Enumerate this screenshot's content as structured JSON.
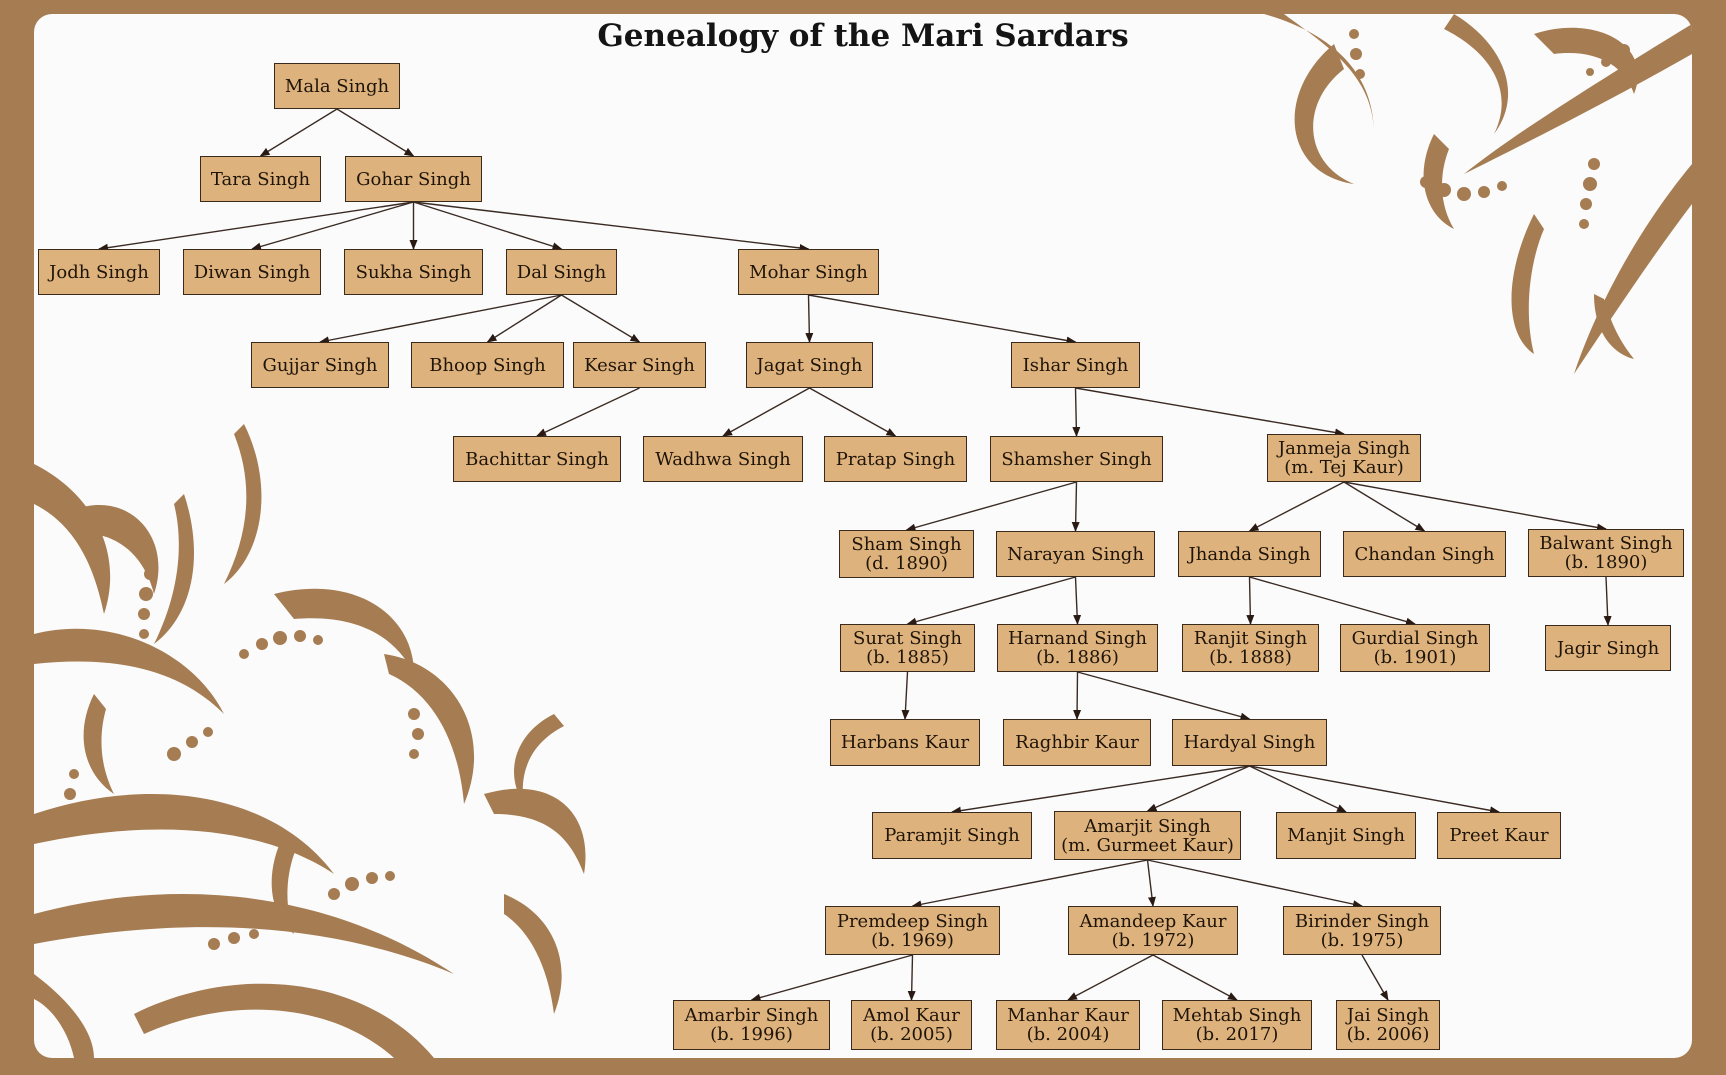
{
  "title": "Genealogy of the Mari Sardars",
  "colors": {
    "frame": "#a67c52",
    "node_fill": "#deb27d",
    "node_border": "#3a2a1c",
    "edge": "#3a2a24",
    "background": "#fbfbfb"
  },
  "people": [
    {
      "id": "mala",
      "line1": "Mala Singh"
    },
    {
      "id": "tara",
      "line1": "Tara Singh"
    },
    {
      "id": "gohar",
      "line1": "Gohar Singh"
    },
    {
      "id": "jodh",
      "line1": "Jodh Singh"
    },
    {
      "id": "diwan",
      "line1": "Diwan Singh"
    },
    {
      "id": "sukha",
      "line1": "Sukha Singh"
    },
    {
      "id": "dal",
      "line1": "Dal Singh"
    },
    {
      "id": "mohar",
      "line1": "Mohar Singh"
    },
    {
      "id": "gujjar",
      "line1": "Gujjar Singh"
    },
    {
      "id": "bhoop",
      "line1": "Bhoop Singh"
    },
    {
      "id": "kesar",
      "line1": "Kesar Singh"
    },
    {
      "id": "jagat",
      "line1": "Jagat Singh"
    },
    {
      "id": "ishar",
      "line1": "Ishar Singh"
    },
    {
      "id": "bachittar",
      "line1": "Bachittar Singh"
    },
    {
      "id": "wadhwa",
      "line1": "Wadhwa Singh"
    },
    {
      "id": "pratap",
      "line1": "Pratap Singh"
    },
    {
      "id": "shamsher",
      "line1": "Shamsher Singh"
    },
    {
      "id": "janmeja",
      "line1": "Janmeja Singh",
      "line2": "(m. Tej Kaur)"
    },
    {
      "id": "sham",
      "line1": "Sham Singh",
      "line2": "(d. 1890)"
    },
    {
      "id": "narayan",
      "line1": "Narayan Singh"
    },
    {
      "id": "jhanda",
      "line1": "Jhanda Singh"
    },
    {
      "id": "chandan",
      "line1": "Chandan Singh"
    },
    {
      "id": "balwant",
      "line1": "Balwant Singh",
      "line2": "(b. 1890)"
    },
    {
      "id": "surat",
      "line1": "Surat Singh",
      "line2": "(b. 1885)"
    },
    {
      "id": "harnand",
      "line1": "Harnand Singh",
      "line2": "(b. 1886)"
    },
    {
      "id": "ranjit",
      "line1": "Ranjit Singh",
      "line2": "(b. 1888)"
    },
    {
      "id": "gurdial",
      "line1": "Gurdial Singh",
      "line2": "(b. 1901)"
    },
    {
      "id": "jagir",
      "line1": "Jagir Singh"
    },
    {
      "id": "harbans",
      "line1": "Harbans Kaur"
    },
    {
      "id": "raghbir",
      "line1": "Raghbir Kaur"
    },
    {
      "id": "hardyal",
      "line1": "Hardyal Singh"
    },
    {
      "id": "paramjit",
      "line1": "Paramjit Singh"
    },
    {
      "id": "amarjit",
      "line1": "Amarjit Singh",
      "line2": "(m. Gurmeet Kaur)"
    },
    {
      "id": "manjit",
      "line1": "Manjit Singh"
    },
    {
      "id": "preet",
      "line1": "Preet Kaur"
    },
    {
      "id": "premdeep",
      "line1": "Premdeep Singh",
      "line2": "(b. 1969)"
    },
    {
      "id": "amandeep",
      "line1": "Amandeep Kaur",
      "line2": "(b. 1972)"
    },
    {
      "id": "birinder",
      "line1": "Birinder Singh",
      "line2": "(b. 1975)"
    },
    {
      "id": "amarbir",
      "line1": "Amarbir Singh",
      "line2": "(b. 1996)"
    },
    {
      "id": "amol",
      "line1": "Amol Kaur",
      "line2": "(b. 2005)"
    },
    {
      "id": "manhar",
      "line1": "Manhar Kaur",
      "line2": "(b. 2004)"
    },
    {
      "id": "mehtab",
      "line1": "Mehtab Singh",
      "line2": "(b. 2017)"
    },
    {
      "id": "jai",
      "line1": "Jai Singh",
      "line2": "(b. 2006)"
    }
  ],
  "edges": [
    [
      "mala",
      "tara"
    ],
    [
      "mala",
      "gohar"
    ],
    [
      "gohar",
      "jodh"
    ],
    [
      "gohar",
      "diwan"
    ],
    [
      "gohar",
      "sukha"
    ],
    [
      "gohar",
      "dal"
    ],
    [
      "gohar",
      "mohar"
    ],
    [
      "dal",
      "gujjar"
    ],
    [
      "dal",
      "bhoop"
    ],
    [
      "dal",
      "kesar"
    ],
    [
      "mohar",
      "jagat"
    ],
    [
      "mohar",
      "ishar"
    ],
    [
      "kesar",
      "bachittar"
    ],
    [
      "jagat",
      "wadhwa"
    ],
    [
      "jagat",
      "pratap"
    ],
    [
      "ishar",
      "shamsher"
    ],
    [
      "ishar",
      "janmeja"
    ],
    [
      "shamsher",
      "sham"
    ],
    [
      "shamsher",
      "narayan"
    ],
    [
      "janmeja",
      "jhanda"
    ],
    [
      "janmeja",
      "chandan"
    ],
    [
      "janmeja",
      "balwant"
    ],
    [
      "narayan",
      "surat"
    ],
    [
      "narayan",
      "harnand"
    ],
    [
      "jhanda",
      "ranjit"
    ],
    [
      "jhanda",
      "gurdial"
    ],
    [
      "balwant",
      "jagir"
    ],
    [
      "surat",
      "harbans"
    ],
    [
      "harnand",
      "raghbir"
    ],
    [
      "harnand",
      "hardyal"
    ],
    [
      "hardyal",
      "paramjit"
    ],
    [
      "hardyal",
      "amarjit"
    ],
    [
      "hardyal",
      "manjit"
    ],
    [
      "hardyal",
      "preet"
    ],
    [
      "amarjit",
      "premdeep"
    ],
    [
      "amarjit",
      "amandeep"
    ],
    [
      "amarjit",
      "birinder"
    ],
    [
      "premdeep",
      "amarbir"
    ],
    [
      "premdeep",
      "amol"
    ],
    [
      "amandeep",
      "manhar"
    ],
    [
      "amandeep",
      "mehtab"
    ],
    [
      "birinder",
      "jai"
    ]
  ]
}
